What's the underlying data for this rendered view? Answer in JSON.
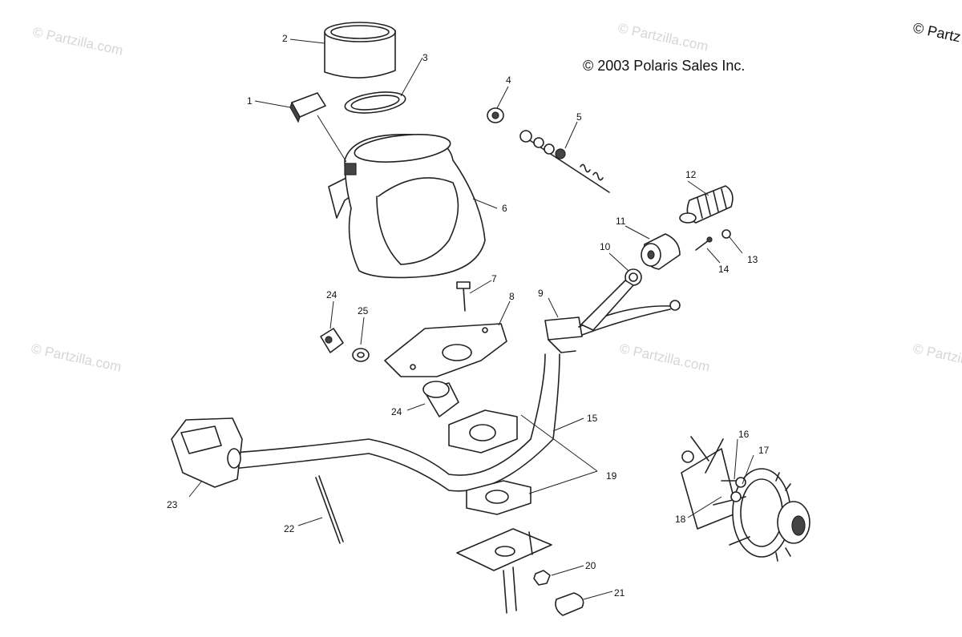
{
  "copyright": "© 2003 Polaris Sales Inc.",
  "corner_mark": "© Partz",
  "watermark": "© Partzilla.com",
  "callouts": {
    "c1": "1",
    "c2": "2",
    "c3": "3",
    "c4": "4",
    "c5": "5",
    "c6": "6",
    "c7": "7",
    "c8": "8",
    "c9": "9",
    "c10": "10",
    "c11": "11",
    "c12": "12",
    "c13": "13",
    "c14": "14",
    "c15": "15",
    "c16": "16",
    "c17": "17",
    "c18": "18",
    "c19": "19",
    "c20": "20",
    "c21": "21",
    "c22": "22",
    "c23": "23",
    "c24a": "24",
    "c24b": "24",
    "c25": "25"
  }
}
